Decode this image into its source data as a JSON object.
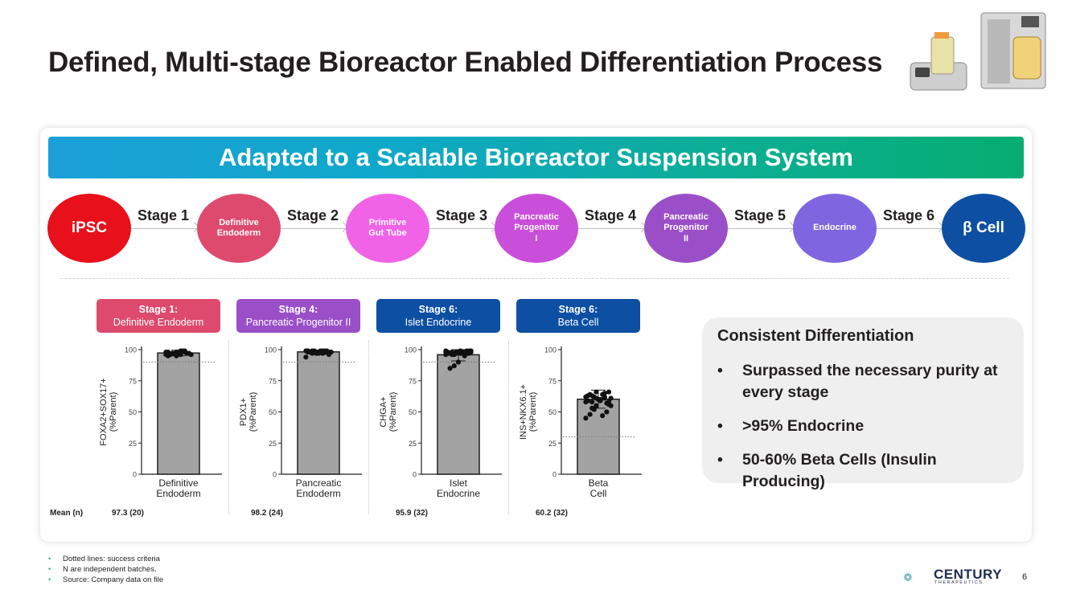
{
  "title": "Defined, Multi-stage Bioreactor Enabled Differentiation Process",
  "banner": "Adapted to a Scalable Bioreactor Suspension System",
  "flow": {
    "nodes": [
      {
        "label": "iPSC",
        "color": "#e8101b"
      },
      {
        "label": "Definitive\nEndoderm",
        "color": "#de4a6e"
      },
      {
        "label": "Primitive\nGut Tube",
        "color": "#f063e6"
      },
      {
        "label": "Pancreatic\nProgenitor\nI",
        "color": "#c94ed9"
      },
      {
        "label": "Pancreatic\nProgenitor\nII",
        "color": "#9a4fc9"
      },
      {
        "label": "Endocrine",
        "color": "#7f66e0"
      },
      {
        "label": "β Cell",
        "color": "#0d4fa3"
      }
    ],
    "stages": [
      "Stage 1",
      "Stage 2",
      "Stage 3",
      "Stage 4",
      "Stage 5",
      "Stage 6"
    ]
  },
  "chart_data": [
    {
      "type": "bar",
      "header": {
        "line1": "Stage 1:",
        "line2": "Definitive Endoderm",
        "color": "#de4a6e"
      },
      "ylabel": "FOXA2+SOX17+\n(%Parent)",
      "categories": [
        "Definitive\nEndoderm"
      ],
      "values": [
        97.3
      ],
      "ylim": [
        0,
        100
      ],
      "yticks": [
        "0",
        "25",
        "50",
        "75",
        "100"
      ],
      "success_line": 90,
      "points": [
        96,
        97,
        98,
        99,
        95,
        97,
        98,
        96,
        97,
        99,
        98,
        97,
        96,
        98,
        97,
        99,
        96,
        98,
        97,
        95
      ],
      "errorbar": [
        95,
        99.5
      ],
      "mean_n": "97.3 (20)"
    },
    {
      "type": "bar",
      "header": {
        "line1": "Stage 4:",
        "line2": "Pancreatic Progenitor II",
        "color": "#9a4fc9"
      },
      "ylabel": "PDX1+\n(%Parent)",
      "categories": [
        "Pancreatic\nEndoderm"
      ],
      "values": [
        98.2
      ],
      "ylim": [
        0,
        100
      ],
      "yticks": [
        "0",
        "25",
        "50",
        "75",
        "100"
      ],
      "success_line": 90,
      "points": [
        99,
        98,
        99,
        98,
        97,
        99,
        98,
        98,
        99,
        97,
        98,
        99,
        98,
        94,
        96,
        98,
        99,
        98,
        97,
        99,
        98,
        98,
        99,
        97
      ],
      "errorbar": [
        96,
        99.5
      ],
      "mean_n": "98.2 (24)"
    },
    {
      "type": "bar",
      "header": {
        "line1": "Stage 6:",
        "line2": "Islet Endocrine",
        "color": "#0d4fa3"
      },
      "ylabel": "CHGA+\n(%Parent)",
      "categories": [
        "Islet\nEndocrine"
      ],
      "values": [
        95.9
      ],
      "ylim": [
        0,
        100
      ],
      "yticks": [
        "0",
        "25",
        "50",
        "75",
        "100"
      ],
      "success_line": 90,
      "points": [
        99,
        98,
        97,
        99,
        98,
        96,
        97,
        98,
        99,
        97,
        98,
        96,
        97,
        98,
        99,
        95,
        97,
        98,
        96,
        98,
        99,
        97,
        98,
        90,
        87,
        85,
        96,
        97,
        98,
        99,
        97,
        98
      ],
      "errorbar": [
        91,
        100
      ],
      "mean_n": "95.9 (32)"
    },
    {
      "type": "bar",
      "header": {
        "line1": "Stage 6:",
        "line2": "Beta Cell",
        "color": "#0d4fa3"
      },
      "ylabel": "INS+NKX6.1+\n(%Parent)",
      "categories": [
        "Beta\nCell"
      ],
      "values": [
        60.2
      ],
      "ylim": [
        0,
        100
      ],
      "yticks": [
        "0",
        "25",
        "50",
        "75",
        "100"
      ],
      "success_line": 30,
      "points": [
        62,
        58,
        65,
        60,
        55,
        63,
        59,
        61,
        57,
        64,
        60,
        52,
        48,
        45,
        66,
        62,
        59,
        61,
        58,
        63,
        55,
        50,
        47,
        60,
        62,
        64,
        58,
        56,
        61,
        59,
        66,
        53
      ],
      "errorbar": [
        53,
        67.5
      ],
      "mean_n": "60.2 (32)"
    }
  ],
  "mean_label": "Mean (n)",
  "panel": {
    "title": "Consistent Differentiation",
    "bullets": [
      "Surpassed the necessary purity at every stage",
      ">95% Endocrine",
      "50-60% Beta Cells (Insulin Producing)"
    ]
  },
  "footnotes": [
    "Dotted lines: success criteria",
    "N are independent  batches.",
    "Source: Company data on file"
  ],
  "logo": {
    "name": "CENTURY",
    "sub": "THERAPEUTICS"
  },
  "page_number": "6"
}
